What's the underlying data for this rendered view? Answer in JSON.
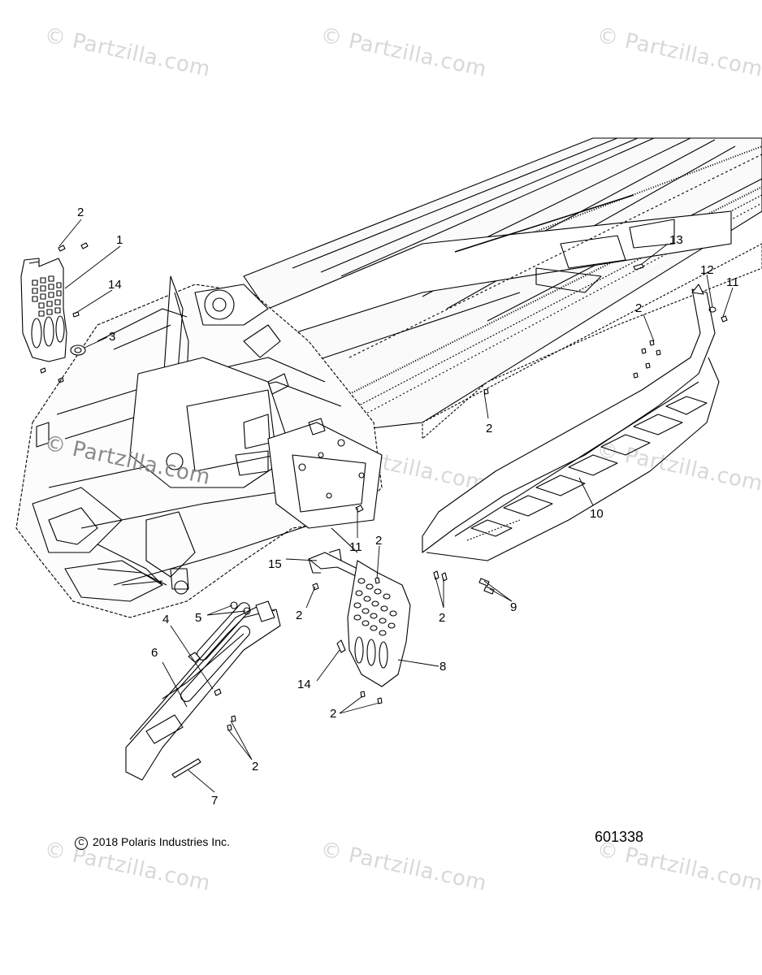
{
  "watermark": "© Partzilla.com",
  "footer": {
    "copyright_symbol": "C",
    "copyright": "2018 Polaris Industries Inc.",
    "diagram_number": "601338"
  },
  "callouts": {
    "c1": "1",
    "c2a": "2",
    "c14a": "14",
    "c3": "3",
    "c13": "13",
    "c12": "12",
    "c11a": "11",
    "c2b": "2",
    "c2c": "2",
    "c10": "10",
    "c11b": "11",
    "c2d": "2",
    "c15": "15",
    "c5": "5",
    "c2e": "2",
    "c2f": "2",
    "c9": "9",
    "c4": "4",
    "c6": "6",
    "c8": "8",
    "c14b": "14",
    "c2g": "2",
    "c2h": "2",
    "c7": "7"
  }
}
